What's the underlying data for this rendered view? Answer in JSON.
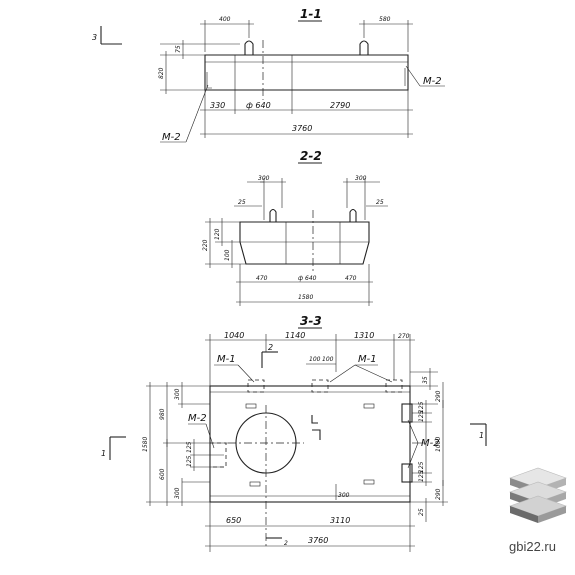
{
  "section_1": {
    "title": "1-1",
    "marker": "3",
    "dim_top_left": "400",
    "dim_top_right": "580",
    "dim_v_small": "75",
    "dim_height": "820",
    "dim_330": "330",
    "dim_hole": "ф 640",
    "dim_2790": "2790",
    "dim_total": "3760",
    "label_m2_right": "М-2",
    "label_m2_left": "М-2"
  },
  "section_2": {
    "title": "2-2",
    "dim_300_left": "300",
    "dim_300_right": "300",
    "dim_25_left": "25",
    "dim_25_right": "25",
    "dim_220": "220",
    "dim_120": "120",
    "dim_100": "100",
    "dim_470_left": "470",
    "dim_hole": "ф 640",
    "dim_470_right": "470",
    "dim_total": "1580"
  },
  "section_3": {
    "title": "3-3",
    "dim_1040": "1040",
    "dim_1140": "1140",
    "dim_1310": "1310",
    "dim_270": "270",
    "label_m1_left": "М-1",
    "label_m1_right": "М-1",
    "marker_2_top": "2",
    "dim_100a": "100",
    "dim_100b": "100",
    "dim_35": "35",
    "dim_290_top": "290",
    "dim_300_left": "300",
    "dim_980": "980",
    "dim_1580": "1580",
    "dim_600": "600",
    "label_m2_left": "М-2",
    "dim_125a": "125",
    "dim_125b": "125",
    "dim_300_bottom_left": "300",
    "dim_300_bottom": "300",
    "label_m2_right": "М-2",
    "dim_1000": "1000",
    "dim_125c": "125",
    "dim_125d": "125",
    "dim_125e": "125",
    "dim_125f": "125",
    "dim_290_bottom": "290",
    "dim_25": "25",
    "dim_650": "650",
    "dim_3110": "3110",
    "dim_3760": "3760",
    "marker_2_bottom": "2",
    "marker_1_left": "1",
    "marker_1_right": "1"
  },
  "logo": {
    "site": "gbi22.ru"
  }
}
